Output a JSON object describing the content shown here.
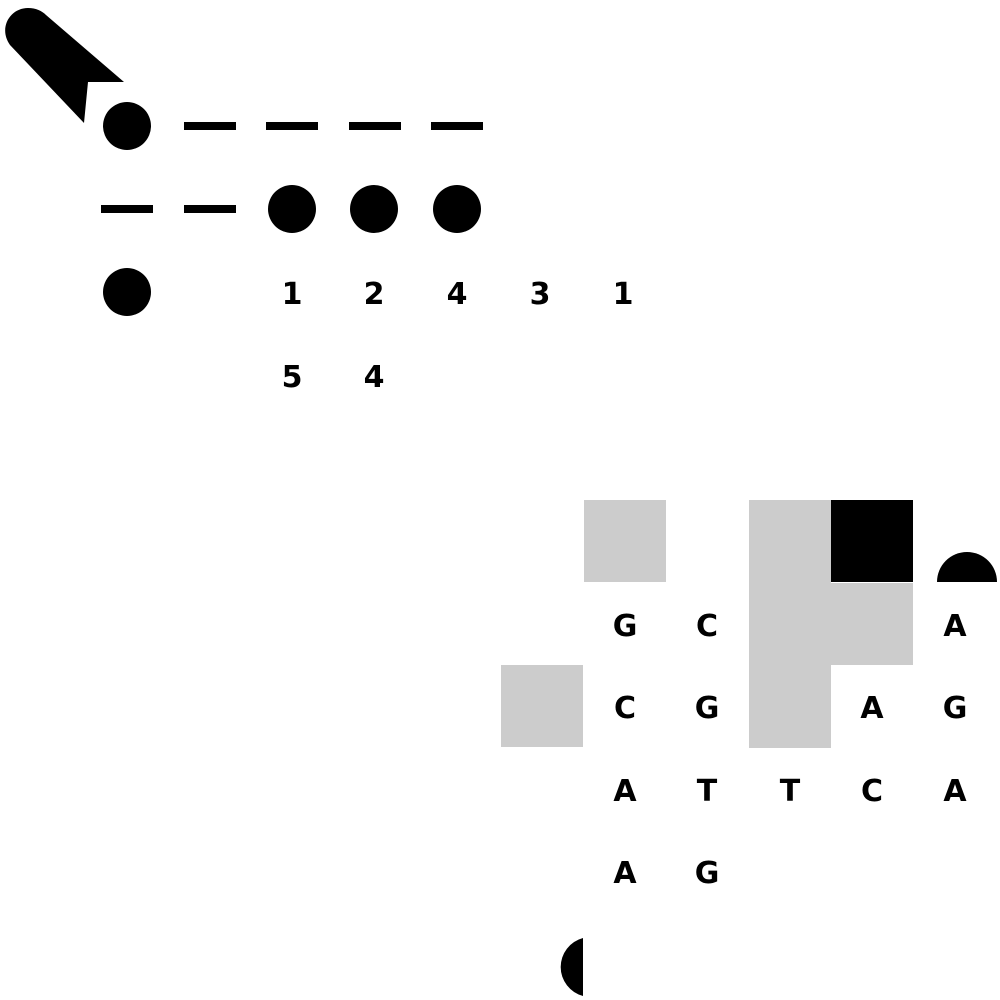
{
  "colors": {
    "ink": "#000000",
    "shade": "#cccccc",
    "background": "#ffffff"
  },
  "symbols": {
    "row1": [
      "circle",
      "dash",
      "dash",
      "dash",
      "dash"
    ],
    "row2": [
      "dash",
      "dash",
      "circle",
      "circle",
      "circle"
    ],
    "row3": [
      "circle"
    ]
  },
  "digits": {
    "row1": [
      "1",
      "2",
      "4",
      "3",
      "1"
    ],
    "row2": [
      "5",
      "4"
    ]
  },
  "letters": {
    "row1": [
      "G",
      "C",
      "A"
    ],
    "row2": [
      "C",
      "G",
      "A",
      "G"
    ],
    "row3": [
      "A",
      "T",
      "T",
      "C",
      "A"
    ],
    "row4": [
      "A",
      "G"
    ]
  },
  "shapes": [
    "pill-flag-icon",
    "semicircle-top-icon",
    "semicircle-left-icon"
  ]
}
